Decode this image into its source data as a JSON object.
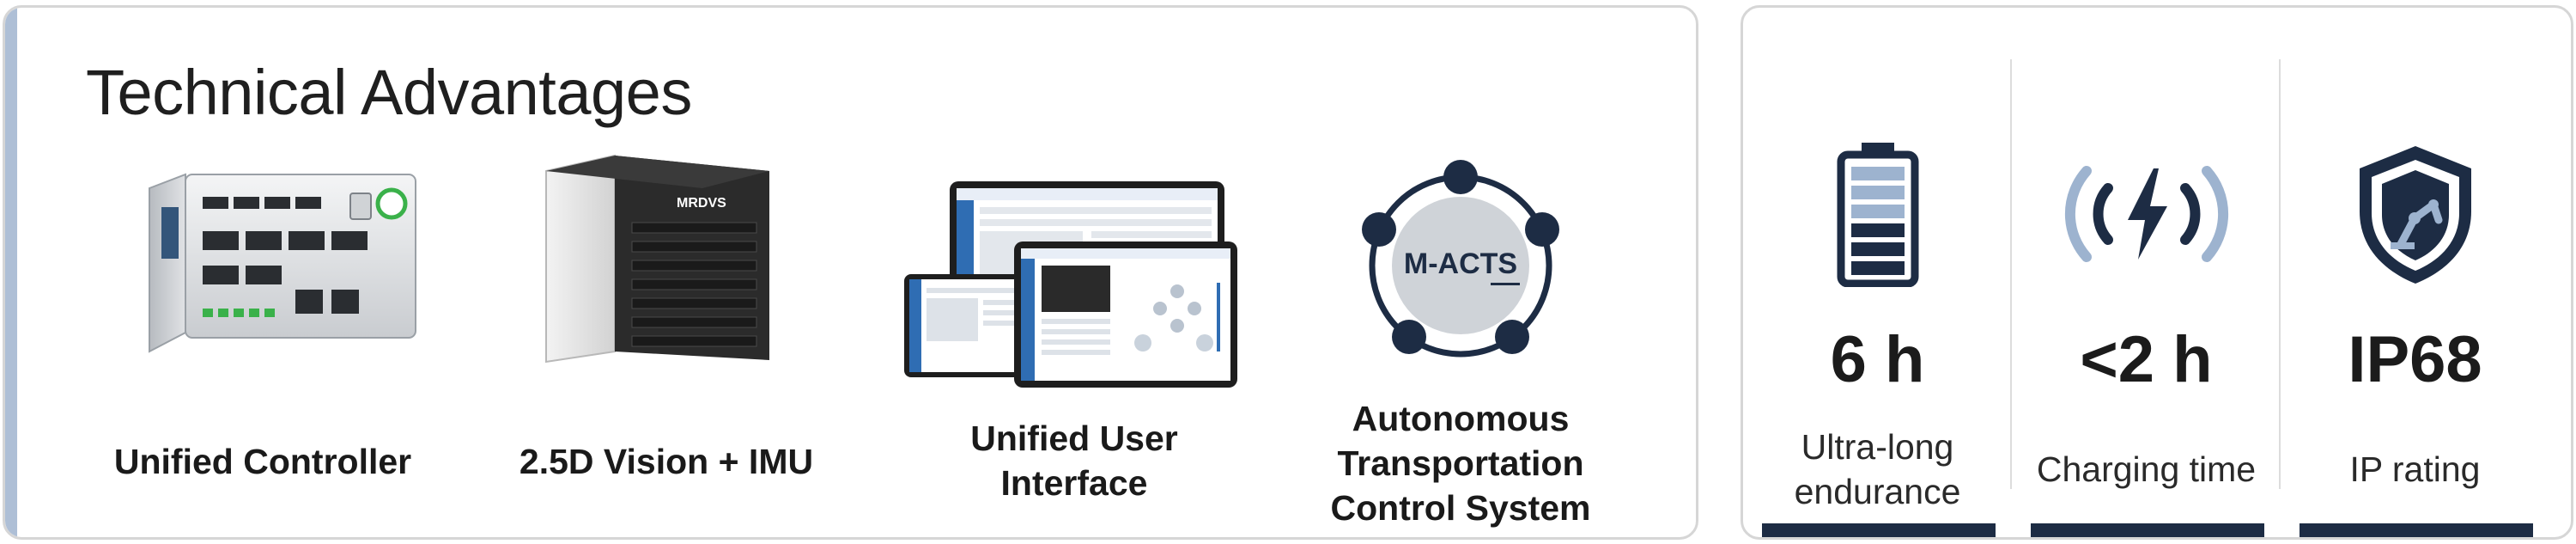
{
  "left_panel": {
    "title": "Technical Advantages",
    "features": [
      {
        "caption": "Unified Controller",
        "icon": "controller-hardware-image"
      },
      {
        "caption": "2.5D Vision + IMU",
        "icon": "vision-camera-image"
      },
      {
        "caption": "Unified User Interface",
        "caption_lines": [
          "Unified User",
          "Interface"
        ],
        "icon": "user-interface-screens-image"
      },
      {
        "caption": "Autonomous Transportation Control System",
        "caption_lines": [
          "Autonomous",
          "Transportation",
          "Control System"
        ],
        "icon": "m-acts-system-icon",
        "badge": "M-ACTS"
      }
    ]
  },
  "right_panel": {
    "stats": [
      {
        "value": "6 h",
        "label_lines": [
          "Ultra-long",
          "endurance"
        ],
        "icon": "battery-icon"
      },
      {
        "value": "<2 h",
        "label_lines": [
          "Charging time"
        ],
        "icon": "fast-charging-icon"
      },
      {
        "value": "IP68",
        "label_lines": [
          "IP rating"
        ],
        "icon": "shield-robot-arm-icon"
      }
    ]
  },
  "colors": {
    "panel_border": "#d6d6d6",
    "accent_bar": "#aebfd6",
    "dark_navy": "#1d2c44",
    "icon_light_blue": "#9db3cf"
  }
}
